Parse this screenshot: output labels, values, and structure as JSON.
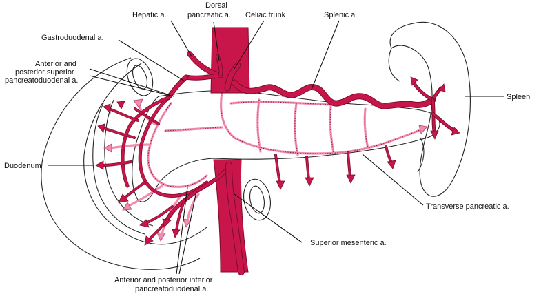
{
  "labels": {
    "hepatic": "Hepatic a.",
    "dorsal_line1": "Dorsal",
    "dorsal_line2": "pancreatic a.",
    "celiac": "Celiac trunk",
    "splenic": "Splenic a.",
    "gastroduodenal": "Gastroduodenal a.",
    "ant_post_sup_line1": "Anterior and",
    "ant_post_sup_line2": "posterior superior",
    "ant_post_sup_line3": "pancreatoduodenal a.",
    "spleen": "Spleen",
    "duodenum": "Duodenum",
    "transverse": "Transverse pancreatic a.",
    "sma": "Superior mesenteric a.",
    "ant_post_inf_line1": "Anterior and posterior inferior",
    "ant_post_inf_line2": "pancreatoduodenal a."
  },
  "colors": {
    "artery": "#c8164a",
    "artery_edge": "#7a0d2c",
    "posterior_vessel": "#f28bb0",
    "outline": "#222222"
  }
}
